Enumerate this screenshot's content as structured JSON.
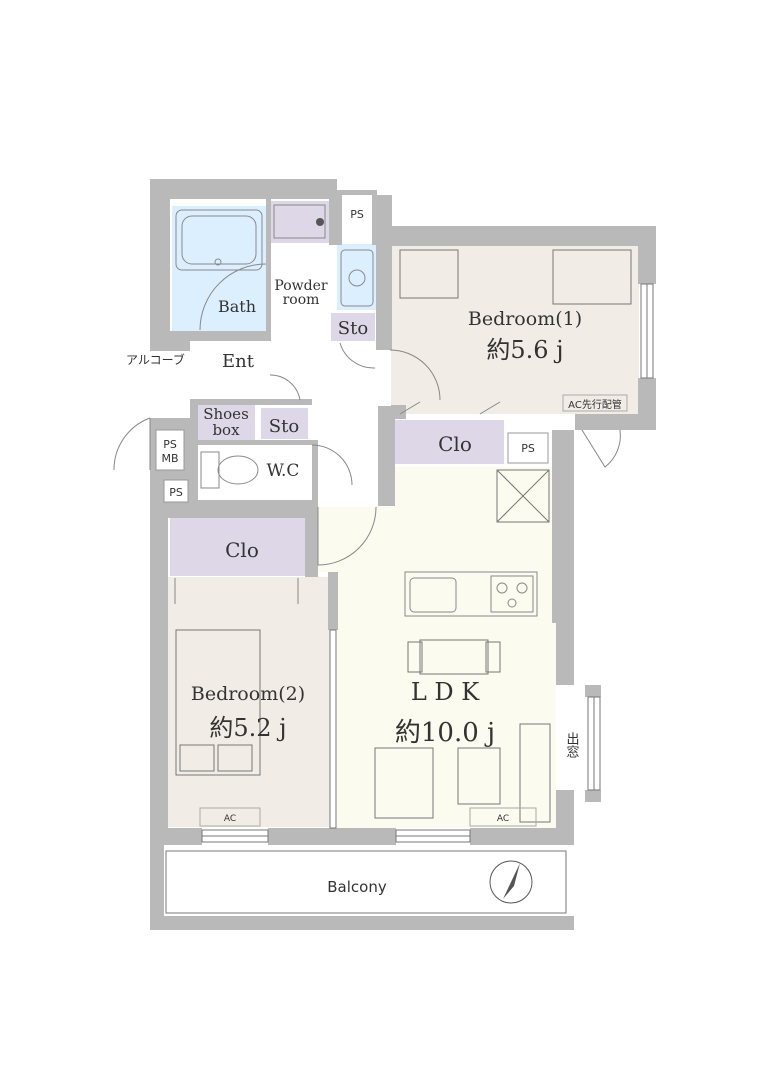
{
  "colors": {
    "wall": "#b9b9b9",
    "bedroom_floor": "#f1ece6",
    "ldk_floor": "#fbfbef",
    "wet_area": "#dcefff",
    "closet": "#ddd7e7",
    "fixture_line": "#8a8a8a"
  },
  "rooms": {
    "bath": "Bath",
    "powder_room_line1": "Powder",
    "powder_room_line2": "room",
    "storage_1": "Sto",
    "storage_2": "Sto",
    "entrance": "Ent",
    "alcove": "アルコーブ",
    "shoes_box_line1": "Shoes",
    "shoes_box_line2": "box",
    "wc": "W.C",
    "ps_top": "PS",
    "ps_mb_line1": "PS",
    "ps_mb_line2": "MB",
    "ps_left": "PS",
    "ps_kitchen": "PS",
    "closet_1": "Clo",
    "closet_2": "Clo",
    "bedroom1_name": "Bedroom(1)",
    "bedroom1_size": "約5.6 j",
    "ac_prewired": "AC先行配管",
    "bedroom2_name": "Bedroom(2)",
    "bedroom2_size": "約5.2 j",
    "ldk_name": "L D K",
    "ldk_size": "約10.0 j",
    "ac_bedroom2": "AC",
    "ac_ldk": "AC",
    "bay_window": "出窓",
    "balcony": "Balcony"
  },
  "icons": {
    "compass": "north-arrow-icon",
    "toilet": "toilet-icon",
    "bathtub": "bathtub-icon",
    "sink": "sink-icon",
    "stove": "stove-icon",
    "washer": "washing-machine-icon"
  }
}
